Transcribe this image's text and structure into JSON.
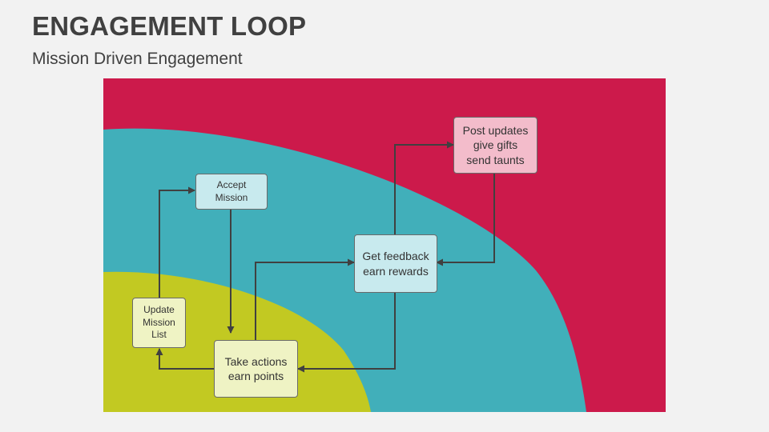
{
  "slide": {
    "title": "ENGAGEMENT LOOP",
    "subtitle": "Mission Driven Engagement"
  },
  "colors": {
    "outer_band": "#cc1a4b",
    "middle_band": "#41afba",
    "inner_band": "#c2c922",
    "arrow": "#404040"
  },
  "nodes": {
    "accept_mission": "Accept\nMission",
    "update_mission_list": "Update\nMission\nList",
    "take_actions": "Take actions\nearn points",
    "get_feedback": "Get feedback\nearn rewards",
    "post_updates": "Post updates\ngive gifts\nsend taunts"
  },
  "edges": [
    {
      "from": "accept_mission",
      "to": "take_actions"
    },
    {
      "from": "take_actions",
      "to": "update_mission_list"
    },
    {
      "from": "update_mission_list",
      "to": "accept_mission"
    },
    {
      "from": "take_actions",
      "to": "get_feedback"
    },
    {
      "from": "get_feedback",
      "to": "take_actions"
    },
    {
      "from": "get_feedback",
      "to": "post_updates"
    },
    {
      "from": "post_updates",
      "to": "get_feedback"
    }
  ]
}
